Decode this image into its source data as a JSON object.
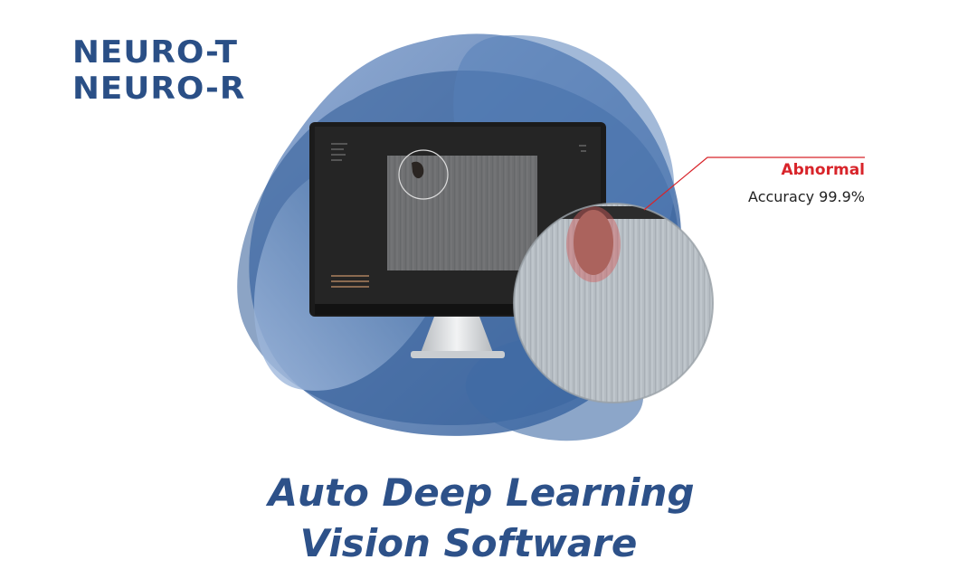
{
  "logo": {
    "line1": "NEURO-T",
    "line2": "NEURO-R"
  },
  "callout": {
    "status": "Abnormal",
    "accuracy": "Accuracy 99.9%"
  },
  "headline": {
    "line1": "Auto Deep Learning",
    "line2": "Vision Software"
  },
  "colors": {
    "brand_blue": "#2a4f86",
    "blob_dark": "#3a64a0",
    "blob_light": "#9cb6db",
    "alert_red": "#d8242a"
  }
}
